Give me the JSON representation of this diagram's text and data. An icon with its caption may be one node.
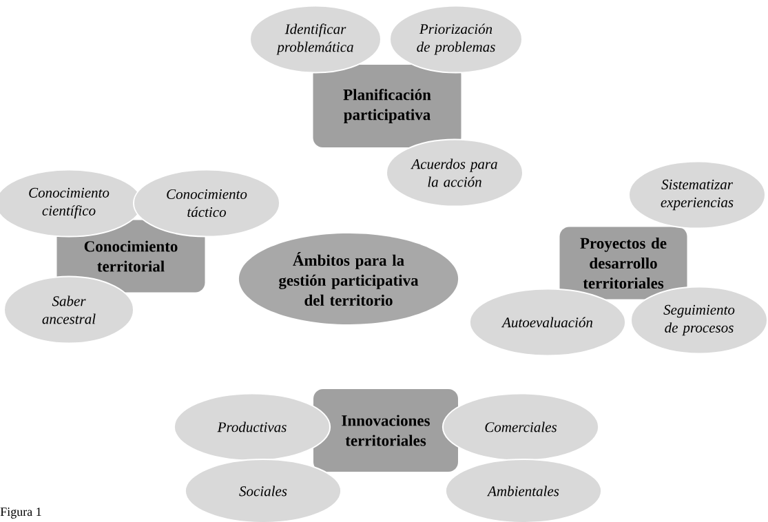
{
  "diagram": {
    "caption": "Figura 1",
    "nodes": [
      {
        "text": [
          "Identificar problemática"
        ]
      },
      {
        "text": [
          "Priorización de problemas"
        ]
      },
      {
        "text": [
          "Planificación participativa"
        ]
      },
      {
        "text": [
          "Acuerdos para la acción"
        ]
      },
      {
        "text": [
          "Conocimiento científico"
        ]
      },
      {
        "text": [
          "Conocimiento táctico"
        ]
      },
      {
        "text": [
          "Conocimiento territorial"
        ]
      },
      {
        "text": [
          "Ámbitos para la gestión participativa del territorio"
        ]
      },
      {
        "text": [
          "Sistematizar experiencias"
        ]
      },
      {
        "text": [
          "Proyectos de desarrollo territoriales"
        ]
      },
      {
        "text": [
          "Saber ancestral"
        ]
      },
      {
        "text": [
          "Autoevaluación"
        ]
      },
      {
        "text": [
          "Seguimiento de procesos"
        ]
      },
      {
        "text": [
          "Productivas"
        ]
      },
      {
        "text": [
          "Innovaciones territoriales"
        ]
      },
      {
        "text": [
          "Comerciales"
        ]
      },
      {
        "text": [
          "Sociales"
        ]
      },
      {
        "text": [
          "Ambientales"
        ]
      }
    ]
  }
}
